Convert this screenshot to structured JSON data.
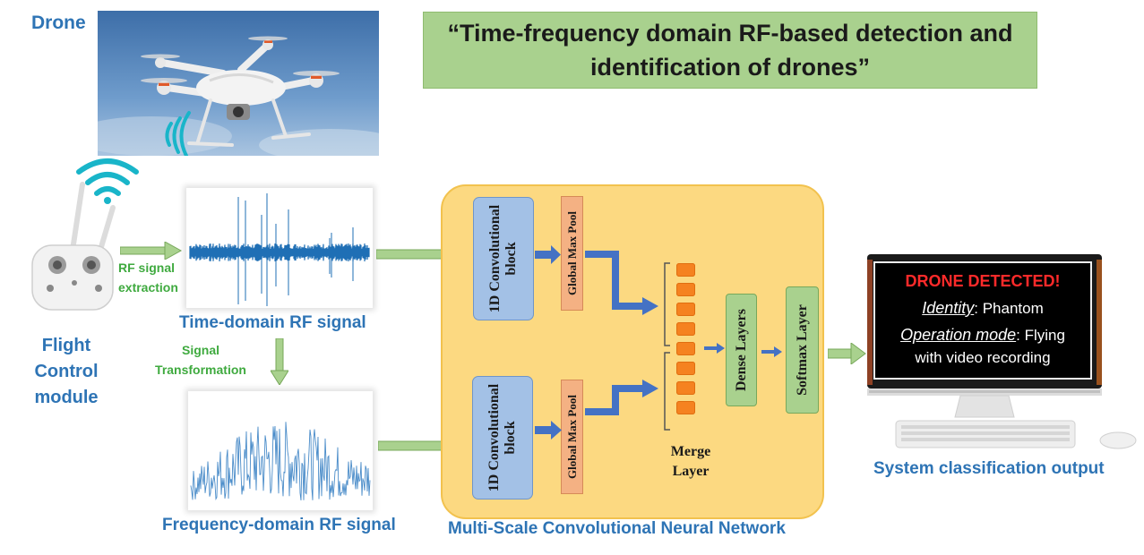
{
  "title": "“Time-frequency domain RF-based detection and identification of drones”",
  "labels": {
    "drone": "Drone",
    "flight_control": "Flight Control module",
    "rf_extraction": "RF signal extraction",
    "time_domain": "Time-domain RF signal",
    "signal_transformation": "Signal Transformation",
    "frequency_domain": "Frequency-domain RF signal",
    "conv_block_top": "1D Convolutional block",
    "conv_block_bottom": "1D Convolutional block",
    "pool_top": "Global Max Pool",
    "pool_bottom": "Global Max Pool",
    "merge": "Merge Layer",
    "dense": "Dense Layers",
    "softmax": "Softmax Layer",
    "network": "Multi-Scale Convolutional Neural Network",
    "system_output": "System classification output"
  },
  "screen": {
    "alert": "DRONE DETECTED!",
    "identity_label": "Identity",
    "identity_value": ": Phantom",
    "mode_label": "Operation mode",
    "mode_value": ": Flying",
    "mode_value_2": "with video recording"
  },
  "colors": {
    "accent_blue": "#2e74b5",
    "accent_green": "#3faa3f",
    "alert_red": "#ff2a2a",
    "nn_box": "#fcd981",
    "conv_block": "#a3c1e6",
    "pool_block": "#f4b183",
    "title_box": "#a9d18e",
    "merge_unit": "#f58220",
    "signal_line": "#1f6fb5"
  }
}
